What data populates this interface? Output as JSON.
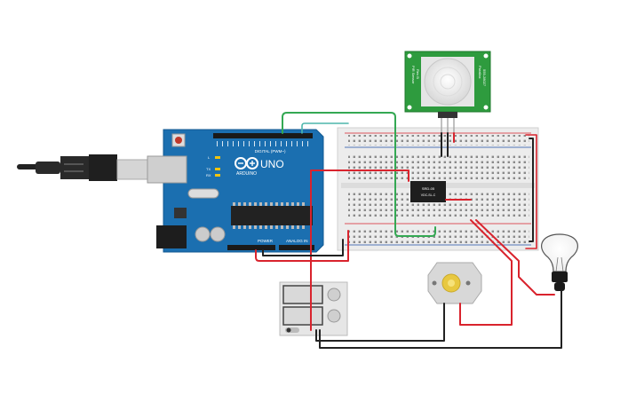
{
  "arduino": {
    "brand": "UNO",
    "logo_text": "ARDUINO",
    "digital_label": "DIGITAL (PWM~)",
    "power_label": "POWER",
    "analog_label": "ANALOG IN",
    "pin_labels": {
      "tx": "TX",
      "rx": "RX",
      "l": "L"
    }
  },
  "pir_sensor": {
    "left_text_1": "PIR Sensor",
    "left_text_2": "Rev B",
    "right_text_1": "Parallax",
    "right_text_2": "555-28027"
  },
  "relay": {
    "label_1": "SRD-05",
    "label_2": "VDC-SL-C"
  },
  "colors": {
    "board_blue": "#1b6fb0",
    "breadboard": "#ececec",
    "wire_red": "#d9232d",
    "wire_green": "#34a853",
    "wire_black": "#222222",
    "pir_green": "#2e9b3e"
  },
  "icons": {
    "usb_cable": "usb-cable-icon",
    "bulb": "light-bulb-icon",
    "motor": "dc-motor-icon",
    "battery": "battery-pack-icon"
  }
}
